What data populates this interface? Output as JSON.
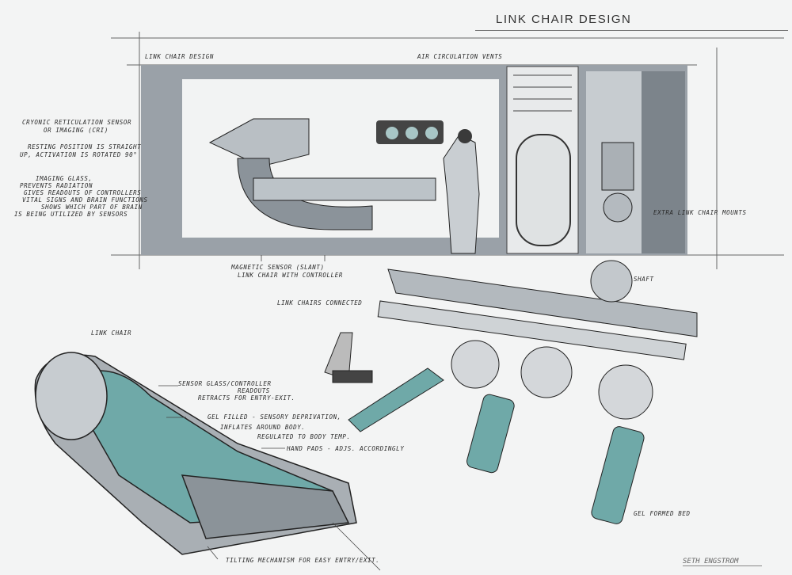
{
  "sheet": {
    "title": "LINK CHAIR DESIGN",
    "signature": "SETH ENGSTROM"
  },
  "top_panel": {
    "label": "LINK CHAIR DESIGN",
    "vents_label": "AIR CIRCULATION VENTS",
    "mounts_label": "EXTRA LINK CHAIR MOUNTS",
    "shaft_label": "SHAFT"
  },
  "left_notes": {
    "cri_line1": "CRYONIC RETICULATION SENSOR",
    "cri_line2": "OR IMAGING (CRI)",
    "rest_line1": "RESTING POSITION IS STRAIGHT",
    "rest_line2": "UP, ACTIVATION IS ROTATED 90°",
    "glass_line1": "IMAGING GLASS,",
    "glass_line2": "PREVENTS RADIATION",
    "glass_line3": "GIVES READOUTS OF CONTROLLERS",
    "glass_line4": "VITAL SIGNS AND BRAIN FUNCTIONS",
    "glass_line5": "SHOWS WHICH PART OF BRAIN",
    "glass_line6": "IS BEING UTILIZED BY SENSORS"
  },
  "middle_notes": {
    "magnetic": "MAGNETIC SENSOR (SLANT)",
    "controller": "LINK CHAIR WITH CONTROLLER",
    "connected": "LINK CHAIRS CONNECTED",
    "link_chair": "LINK CHAIR"
  },
  "chair_notes": {
    "sensor_line1": "SENSOR GLASS/CONTROLLER",
    "sensor_line2": "READOUTS",
    "sensor_line3": "RETRACTS FOR ENTRY-EXIT.",
    "gel_line1": "GEL FILLED - SENSORY DEPRIVATION,",
    "gel_line2": "INFLATES AROUND BODY.",
    "gel_line3": "REGULATED TO BODY TEMP.",
    "hand_pads": "HAND PADS - ADJS. ACCORDINGLY",
    "tilting": "TILTING MECHANISM FOR EASY ENTRY/EXIT.",
    "gel_bed": "GEL FORMED BED"
  },
  "colors": {
    "panel": "#8e959c",
    "gel": "#6fa9a8",
    "ink": "#2a2a2a"
  }
}
